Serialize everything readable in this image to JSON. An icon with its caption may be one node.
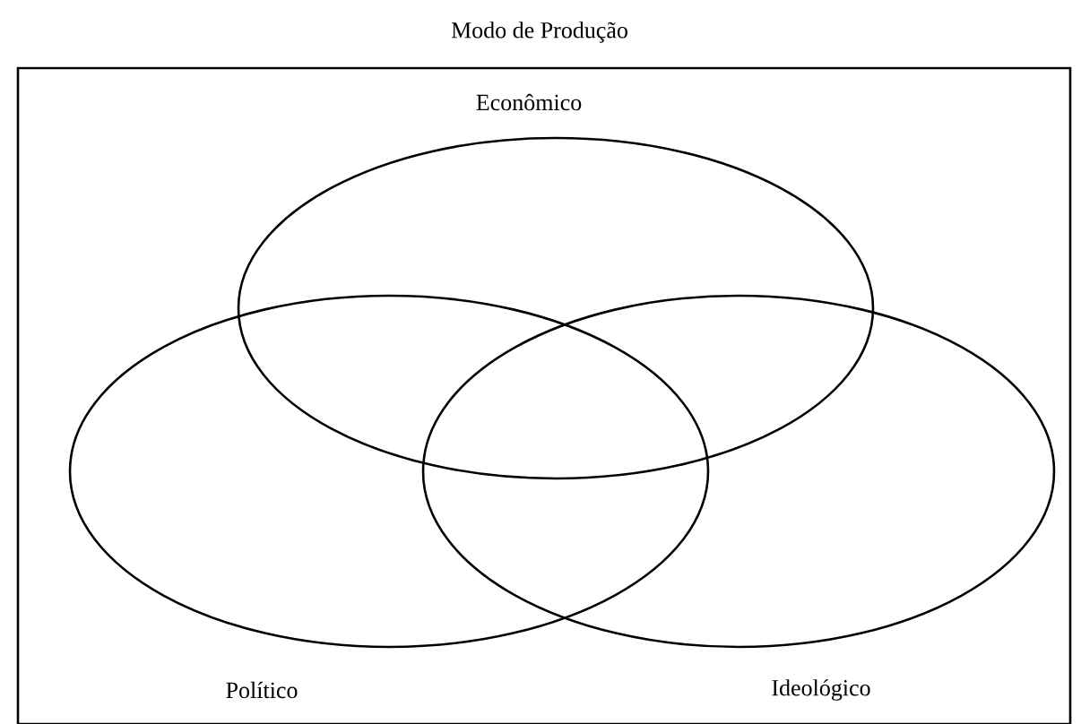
{
  "diagram": {
    "nodes": [
      {
        "text": [
          "Modo de Produção"
        ]
      },
      {
        "text": [
          "Econômico"
        ],
        "in": 0
      },
      {
        "text": [
          "Político"
        ],
        "in": 0
      },
      {
        "text": [
          "Ideológico"
        ],
        "in": 0
      }
    ]
  }
}
